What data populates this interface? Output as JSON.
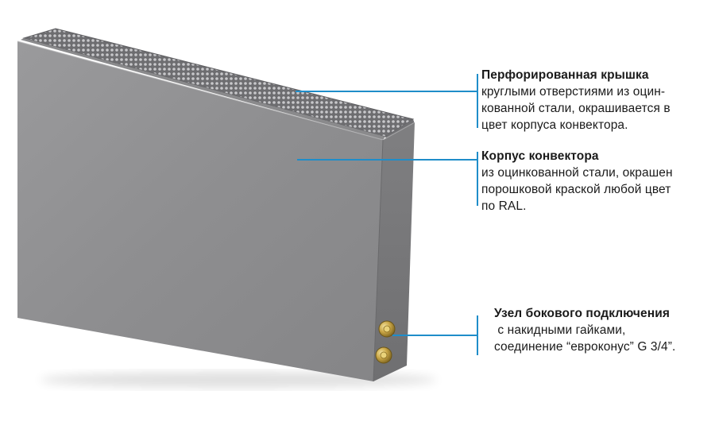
{
  "callouts": {
    "cover": {
      "title": "Перфорированная крышка",
      "lines": [
        "круглыми отверстиями из оцин-",
        "кованной стали, окрашивается в",
        "цвет корпуса конвектора."
      ]
    },
    "body": {
      "title": "Корпус конвектора",
      "lines": [
        "из оцинкованной стали, окрашен",
        "порошковой краской любой цвет",
        "по RAL."
      ]
    },
    "connection": {
      "title": "Узел бокового подключения",
      "lines": [
        " с накидными гайками,",
        "соединение “евроконус” G 3/4”."
      ]
    }
  },
  "colors": {
    "leader_line": "#1f8dc9",
    "body_front": "#8e8e90",
    "body_side": "#7a7a7c",
    "fittings": "#c9a646"
  }
}
